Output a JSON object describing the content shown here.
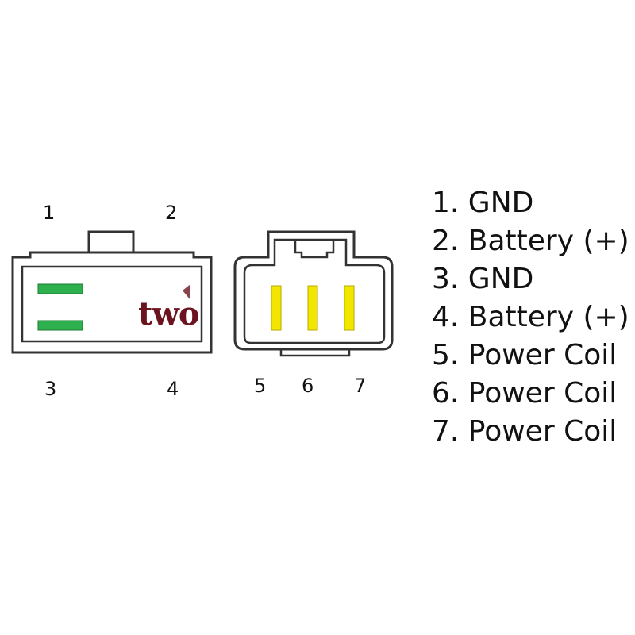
{
  "colors": {
    "outline": "#333333",
    "ground_pin": "#2eb04e",
    "coil_pin": "#f2e600",
    "overlay_text": "#6b1420"
  },
  "connector_a": {
    "pin_labels": [
      "1",
      "2",
      "3",
      "4"
    ]
  },
  "connector_b": {
    "pin_labels": [
      "5",
      "6",
      "7"
    ]
  },
  "overlay": {
    "text": "two"
  },
  "legend": {
    "items": [
      "1. GND",
      "2. Battery (+)",
      "3. GND",
      "4. Battery (+)",
      "5. Power Coil",
      "6. Power Coil",
      "7. Power Coil"
    ]
  }
}
